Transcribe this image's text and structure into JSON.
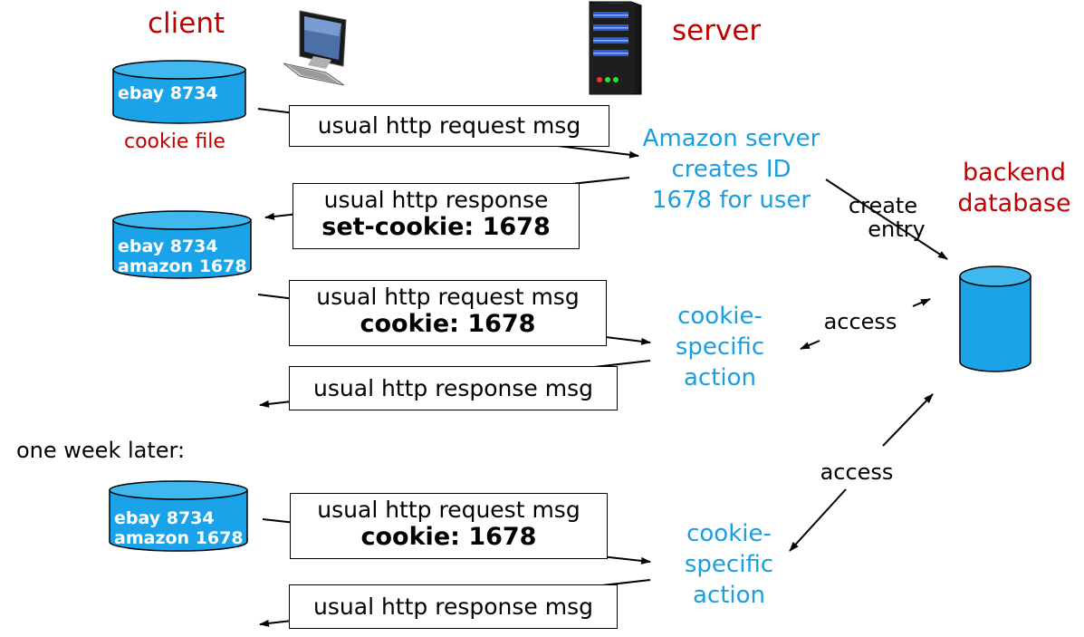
{
  "labels": {
    "client": "client",
    "server": "server",
    "cookie_file": "cookie file",
    "backend_database_line1": "backend",
    "backend_database_line2": "database",
    "one_week_later": "one week later:"
  },
  "client_dbs": [
    {
      "lines": [
        "ebay 8734"
      ]
    },
    {
      "lines": [
        "ebay 8734",
        "amazon 1678"
      ]
    },
    {
      "lines": [
        "ebay 8734",
        "amazon 1678"
      ]
    }
  ],
  "messages": {
    "req1": {
      "line1": "usual http request msg"
    },
    "resp1": {
      "line1": "usual http response",
      "line2": "set-cookie: 1678"
    },
    "req2": {
      "line1": "usual http request msg",
      "line2": "cookie: 1678"
    },
    "resp2": {
      "line1": "usual http response msg"
    },
    "req3": {
      "line1": "usual http request msg",
      "line2": "cookie: 1678"
    },
    "resp3": {
      "line1": "usual http response msg"
    }
  },
  "server_actions": {
    "create_id": [
      "Amazon server",
      "creates ID",
      "1678 for user"
    ],
    "cookie_action_1": [
      "cookie-",
      "specific",
      "action"
    ],
    "cookie_action_2": [
      "cookie-",
      "specific",
      "action"
    ]
  },
  "db_ops": {
    "create_entry": [
      "create",
      "entry"
    ],
    "access_1": "access",
    "access_2": "access"
  },
  "colors": {
    "label_red": "#c00000",
    "action_blue": "#1a9ee0",
    "db_fill": "#1aa3e8"
  }
}
